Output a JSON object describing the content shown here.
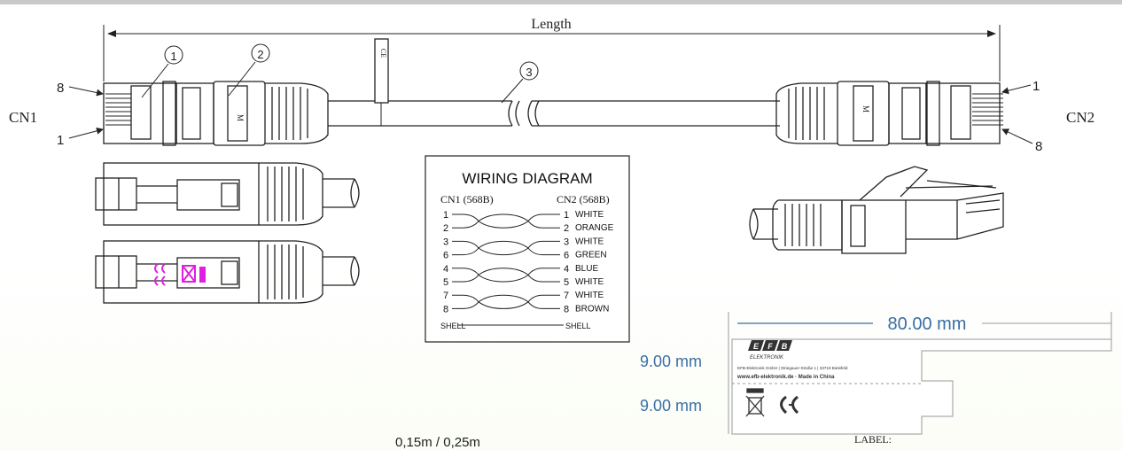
{
  "dimension_length": "Length",
  "callouts": {
    "one": "①",
    "two": "②",
    "three": "③"
  },
  "cn1": {
    "label": "CN1",
    "pin_top": "8",
    "pin_bottom": "1"
  },
  "cn2": {
    "label": "CN2",
    "pin_top": "1",
    "pin_bottom": "8"
  },
  "wiring": {
    "title": "WIRING DIAGRAM",
    "left_header": "CN1 (568B)",
    "right_header": "CN2 (568B)",
    "rows": [
      {
        "left": "1",
        "right": "1",
        "color": "WHITE"
      },
      {
        "left": "2",
        "right": "2",
        "color": "ORANGE"
      },
      {
        "left": "3",
        "right": "3",
        "color": "WHITE"
      },
      {
        "left": "6",
        "right": "6",
        "color": "GREEN"
      },
      {
        "left": "4",
        "right": "4",
        "color": "BLUE"
      },
      {
        "left": "5",
        "right": "5",
        "color": "WHITE"
      },
      {
        "left": "7",
        "right": "7",
        "color": "WHITE"
      },
      {
        "left": "8",
        "right": "8",
        "color": "BROWN"
      }
    ],
    "shell_left": "SHELL",
    "shell_right": "SHELL"
  },
  "label_spec": {
    "width": "80.00 mm",
    "height_top": "9.00 mm",
    "height_bottom": "9.00 mm",
    "logo_letters": [
      "E",
      "F",
      "B"
    ],
    "logo_sub": "ELEKTRONIK",
    "address": "EFB-Elektronik GmbH | Striegauer Straße 1 | 33719 Bielefeld",
    "website": "www.efb-elektronik.de · Made in China",
    "caption": "LABEL:"
  },
  "lengths_caption": "0,15m / 0,25m",
  "colors": {
    "line": "#222222",
    "accent_blue": "#3a6ea5",
    "mark_magenta": "#e020e0",
    "label_gray": "#9a9a9a"
  }
}
